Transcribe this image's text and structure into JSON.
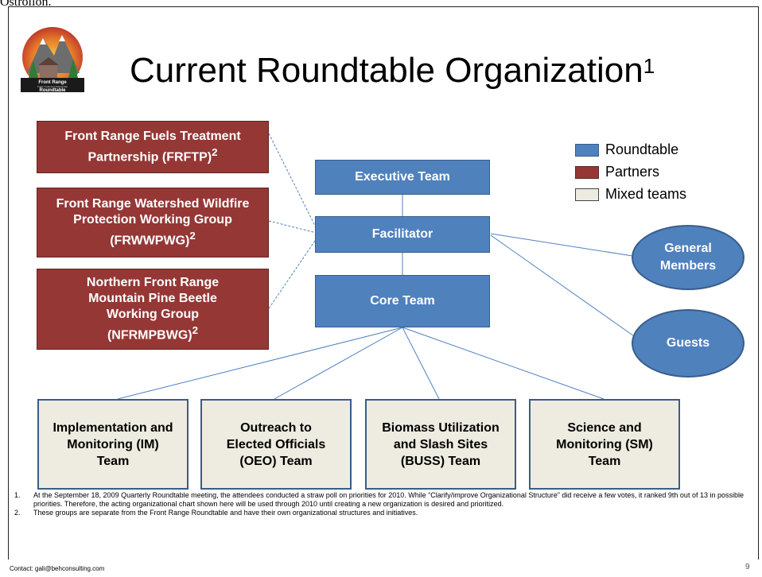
{
  "top_clipped_text": "Ostrolion.",
  "slide": {
    "title": "Current Roundtable Organization",
    "title_sup": "1",
    "logo_text_1": "Front Range",
    "logo_text_2": "Fuels Treatment Partnership",
    "logo_text_3": "Roundtable"
  },
  "partners": [
    {
      "label": "Front Range Fuels Treatment Partnership (FRFTP)",
      "sup": "2"
    },
    {
      "label": "Front Range Watershed Wildfire Protection Working Group (FRWWPWG)",
      "sup": "2"
    },
    {
      "label": "Northern Front Range Mountain Pine Beetle Working Group (NFRMPBWG)",
      "sup": "2"
    }
  ],
  "roundtable": {
    "executive": "Executive Team",
    "facilitator": "Facilitator",
    "core": "Core Team"
  },
  "ovals": {
    "general": "General Members",
    "guests": "Guests"
  },
  "teams": [
    "Implementation and Monitoring (IM) Team",
    "Outreach to Elected Officials (OEO) Team",
    "Biomass Utilization and Slash Sites (BUSS) Team",
    "Science and Monitoring (SM) Team"
  ],
  "legend": [
    {
      "label": "Roundtable",
      "color": "#4f81bd"
    },
    {
      "label": "Partners",
      "color": "#953735"
    },
    {
      "label": "Mixed teams",
      "color": "#eeece1"
    }
  ],
  "notes": [
    {
      "num": "1.",
      "text": "At the September 18, 2009 Quarterly Roundtable meeting, the attendees conducted a straw poll on priorities for 2010. While “Clarify/improve Organizational Structure” did receive a few votes, it ranked 9th out of 13 in possible priorities. Therefore, the acting organizational chart shown here will be used through 2010 until creating a new organization is desired and prioritized."
    },
    {
      "num": "2.",
      "text": "These groups are separate from the Front Range Roundtable and have their own organizational structures and initiatives."
    }
  ],
  "footer": {
    "contact": "Contact: gali@behconsulting.com",
    "page": "9"
  }
}
